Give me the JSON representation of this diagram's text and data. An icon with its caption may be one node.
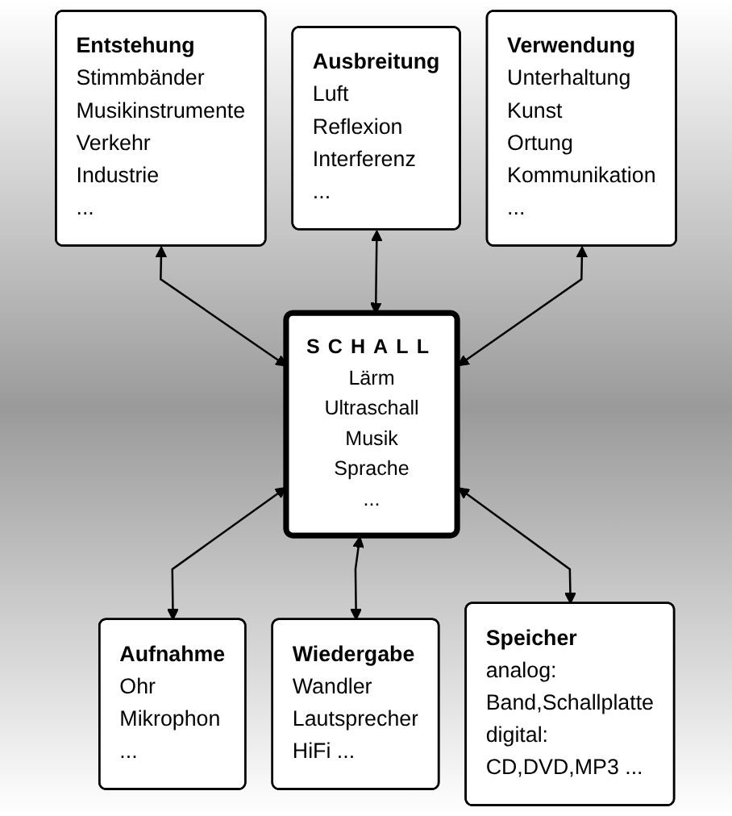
{
  "diagram": {
    "nodes": [
      {
        "text": [
          "Entstehung",
          "Stimmbänder",
          "Musikinstrumente",
          "Verkehr",
          "Industrie",
          "..."
        ]
      },
      {
        "text": [
          "Ausbreitung",
          "Luft",
          "Reflexion",
          "Interferenz",
          "..."
        ]
      },
      {
        "text": [
          "Verwendung",
          "Unterhaltung",
          "Kunst",
          "Ortung",
          "Kommunikation",
          "..."
        ]
      },
      {
        "text": [
          "SCHALL",
          "Lärm",
          "Ultraschall",
          "Musik",
          "Sprache",
          "..."
        ]
      },
      {
        "text": [
          "Aufnahme",
          "Ohr",
          "Mikrophon",
          "..."
        ]
      },
      {
        "text": [
          "Wiedergabe",
          "Wandler",
          "Lautsprecher",
          "HiFi ..."
        ]
      },
      {
        "text": [
          "Speicher",
          "analog:",
          "Band,Schallplatte",
          "digital:",
          "CD,DVD,MP3 ..."
        ]
      }
    ],
    "edges": [
      {
        "from": 0,
        "to": 3,
        "arrow": "both"
      },
      {
        "from": 1,
        "to": 3,
        "arrow": "both"
      },
      {
        "from": 2,
        "to": 3,
        "arrow": "both"
      },
      {
        "from": 3,
        "to": 4,
        "arrow": "both"
      },
      {
        "from": 3,
        "to": 5,
        "arrow": "both"
      },
      {
        "from": 3,
        "to": 6,
        "arrow": "both"
      }
    ]
  }
}
